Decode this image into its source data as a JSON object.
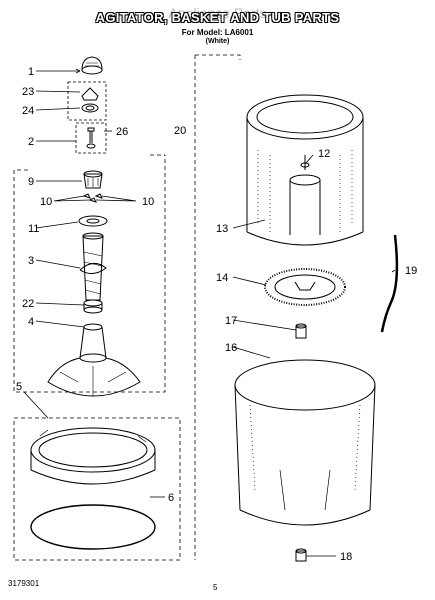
{
  "header": {
    "title": "AGITATOR, BASKET AND TUB PARTS",
    "watermark": "Appliance Parts",
    "model_line": "For Model: LA6001",
    "model_variant": "(White)"
  },
  "callouts": {
    "c1": "1",
    "c23": "23",
    "c24": "24",
    "c2": "2",
    "c26": "26",
    "c20": "20",
    "c9": "9",
    "c10a": "10",
    "c10b": "10",
    "c11": "11",
    "c3": "3",
    "c22": "22",
    "c4": "4",
    "c5": "5",
    "c6": "6",
    "c12": "12",
    "c13": "13",
    "c14": "14",
    "c19": "19",
    "c17": "17",
    "c16": "16",
    "c18": "18"
  },
  "footer": {
    "doc_number": "3179301",
    "page_number": "5"
  }
}
